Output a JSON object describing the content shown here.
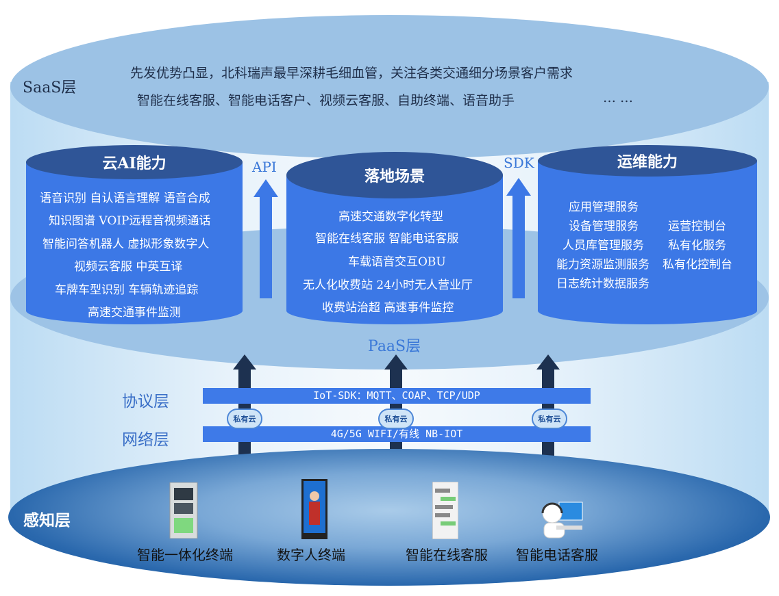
{
  "saas": {
    "label": "SaaS层",
    "line1": "先发优势凸显，北科瑞声最早深耕毛细血管，关注各类交通细分场景客户需求",
    "line2": "智能在线客服、智能电话客户、视频云客服、自助终端、语音助手",
    "ellipsis": "… …"
  },
  "paas": {
    "label": "PaaS层"
  },
  "arrows": {
    "api": "API",
    "sdk": "SDK"
  },
  "ai": {
    "title": "云AI能力",
    "lines": [
      "语音识别 自认语言理解 语音合成",
      "知识图谱 VOIP远程音视频通话",
      "智能问答机器人 虚拟形象数字人",
      "视频云客服 中英互译",
      "车牌车型识别 车辆轨迹追踪",
      "高速交通事件监测"
    ]
  },
  "scene": {
    "title": "落地场景",
    "lines": [
      "高速交通数字化转型",
      "智能在线客服 智能电话客服",
      "车载语音交互OBU",
      "无人化收费站 24小时无人营业厅",
      "收费站治超 高速事件监控"
    ]
  },
  "ops": {
    "title": "运维能力",
    "left": [
      "应用管理服务",
      "设备管理服务",
      "人员库管理服务",
      "能力资源监测服务",
      "日志统计数据服务"
    ],
    "right": [
      "运营控制台",
      "私有化服务",
      "私有化控制台"
    ]
  },
  "protocol": {
    "label": "协议层",
    "text": "IoT-SDK：MQTT、COAP、TCP/UDP"
  },
  "network": {
    "label": "网络层",
    "text": "4G/5G  WIFI/有线  NB-IOT"
  },
  "cloud_label": "私有云",
  "perception": {
    "label": "感知层",
    "devices": [
      "智能一体化终端",
      "数字人终端",
      "智能在线客服",
      "智能电话客服"
    ]
  }
}
